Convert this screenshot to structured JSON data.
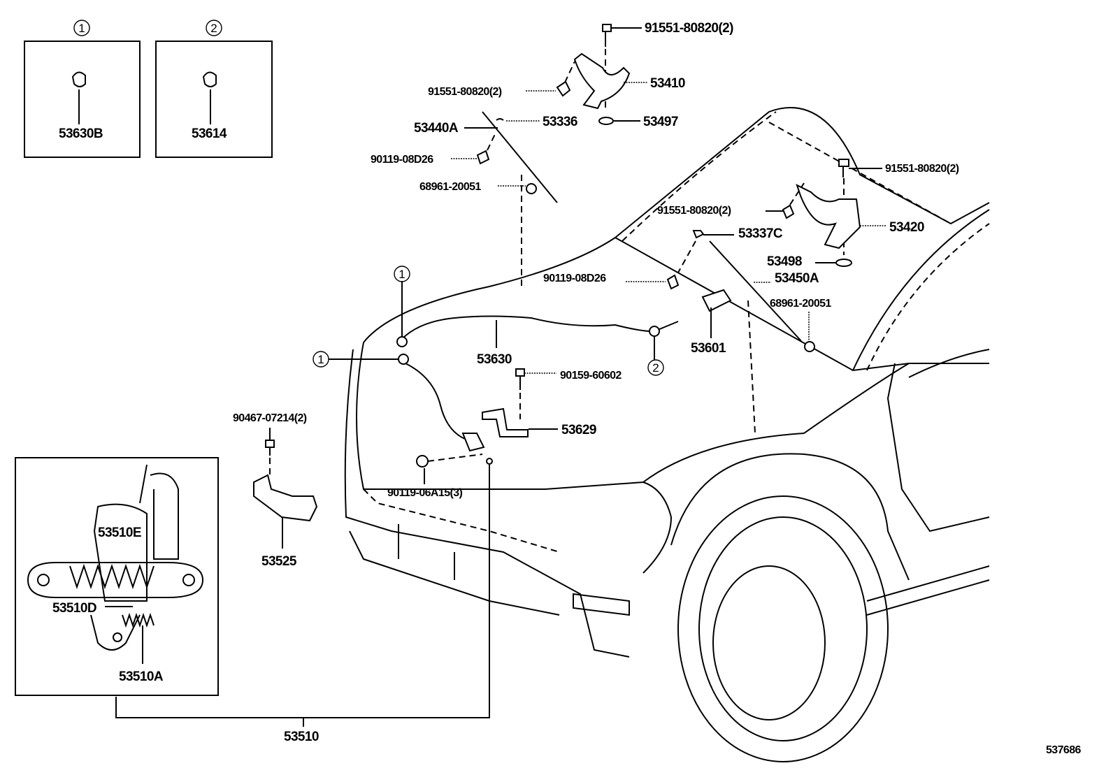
{
  "callouts": {
    "ref1": "1",
    "ref2": "2"
  },
  "inset_boxes": {
    "box1_part": "53630B",
    "box2_part": "53614"
  },
  "labels": {
    "bolt_top": "91551-80820(2)",
    "hinge_left": "53410",
    "bolt_left_hinge": "91551-80820(2)",
    "washer_left": "53497",
    "clip_left": "53336",
    "strut_left": "53440A",
    "bolt_strut_left": "90119-08D26",
    "grommet_left": "68961-20051",
    "bolt_right_top": "91551-80820(2)",
    "bolt_right_hinge": "91551-80820(2)",
    "hinge_right": "53420",
    "clip_right": "53337C",
    "washer_right": "53498",
    "bolt_strut_right": "90119-08D26",
    "strut_right": "53450A",
    "grommet_right": "68961-20051",
    "lever": "53601",
    "cable": "53630",
    "screw_bracket": "90159-60602",
    "bracket": "53629",
    "clip_support": "90467-07214(2)",
    "bolt_lock": "90119-06A15(3)",
    "support": "53525",
    "lock_e": "53510E",
    "lock_d": "53510D",
    "lock_a": "53510A",
    "lock_assy": "53510"
  },
  "diagram_id": "537686"
}
